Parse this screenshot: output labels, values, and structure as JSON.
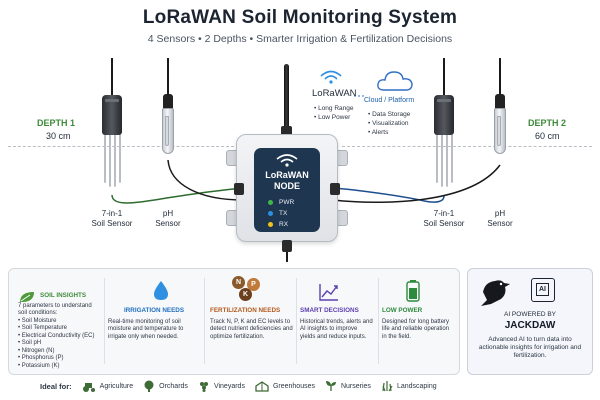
{
  "header": {
    "title": "LoRaWAN Soil Monitoring System",
    "subtitle": "4 Sensors  •  2 Depths  •  Smarter Irrigation & Fertilization Decisions"
  },
  "depths": [
    {
      "label": "DEPTH 1",
      "value": "30 cm"
    },
    {
      "label": "DEPTH 2",
      "value": "60 cm"
    }
  ],
  "sensors": {
    "left_soil": [
      "7-in-1",
      "Soil Sensor"
    ],
    "left_ph": [
      "pH",
      "Sensor"
    ],
    "right_soil": [
      "7-in-1",
      "Soil Sensor"
    ],
    "right_ph": [
      "pH",
      "Sensor"
    ]
  },
  "node": {
    "title_line1": "LoRaWAN",
    "title_line2": "NODE",
    "leds": [
      {
        "label": "PWR",
        "color": "#3fb84a"
      },
      {
        "label": "TX",
        "color": "#2f8fe0"
      },
      {
        "label": "RX",
        "color": "#f2c21b"
      }
    ]
  },
  "lora": {
    "title": "LoRaWAN",
    "bullets": [
      "• Long Range",
      "• Low Power"
    ]
  },
  "cloud": {
    "title": "Cloud / Platform",
    "bullets": [
      "• Data Storage",
      "• Visualization",
      "• Alerts"
    ]
  },
  "features": [
    {
      "title": "SOIL INSIGHTS",
      "title_color": "#3f8a3a",
      "icon": "leaf-icon",
      "intro": "7 parameters to understand soil conditions:",
      "items": [
        "• Soil Moisture",
        "• Soil Temperature",
        "• Electrical Conductivity (EC)",
        "• Soil pH",
        "• Nitrogen (N)",
        "• Phosphorus (P)",
        "• Potassium (K)"
      ]
    },
    {
      "title": "IRRIGATION NEEDS",
      "title_color": "#1f6fc0",
      "icon": "water-drop-icon",
      "text": "Real-time monitoring of soil moisture and temperature to irrigate only when needed."
    },
    {
      "title": "FERTILIZATION NEEDS",
      "title_color": "#b3581b",
      "icon": "npk-icon",
      "icon_letters": [
        "N",
        "P",
        "K"
      ],
      "text": "Track N, P, K and EC levels to detect nutrient deficiencies and optimize fertilization."
    },
    {
      "title": "SMART DECISIONS",
      "title_color": "#5b3fb0",
      "icon": "trend-chart-icon",
      "text": "Historical trends, alerts and AI insights to improve yields and reduce inputs."
    },
    {
      "title": "LOW POWER",
      "title_color": "#2e8a3c",
      "icon": "battery-icon",
      "text": "Designed for long battery life and reliable operation in the field."
    }
  ],
  "ai": {
    "chip_label": "AI",
    "powered_by": "AI POWERED BY",
    "brand": "JACKDAW",
    "description": "Advanced AI to turn data into actionable insights for irrigation and fertilization."
  },
  "ideal_for": {
    "label": "Ideal for:",
    "items": [
      {
        "label": "Agriculture",
        "icon": "tractor-icon"
      },
      {
        "label": "Orchards",
        "icon": "tree-icon"
      },
      {
        "label": "Vineyards",
        "icon": "grapes-icon"
      },
      {
        "label": "Greenhouses",
        "icon": "greenhouse-icon"
      },
      {
        "label": "Nurseries",
        "icon": "sprout-icon"
      },
      {
        "label": "Landscaping",
        "icon": "grass-icon"
      }
    ]
  }
}
